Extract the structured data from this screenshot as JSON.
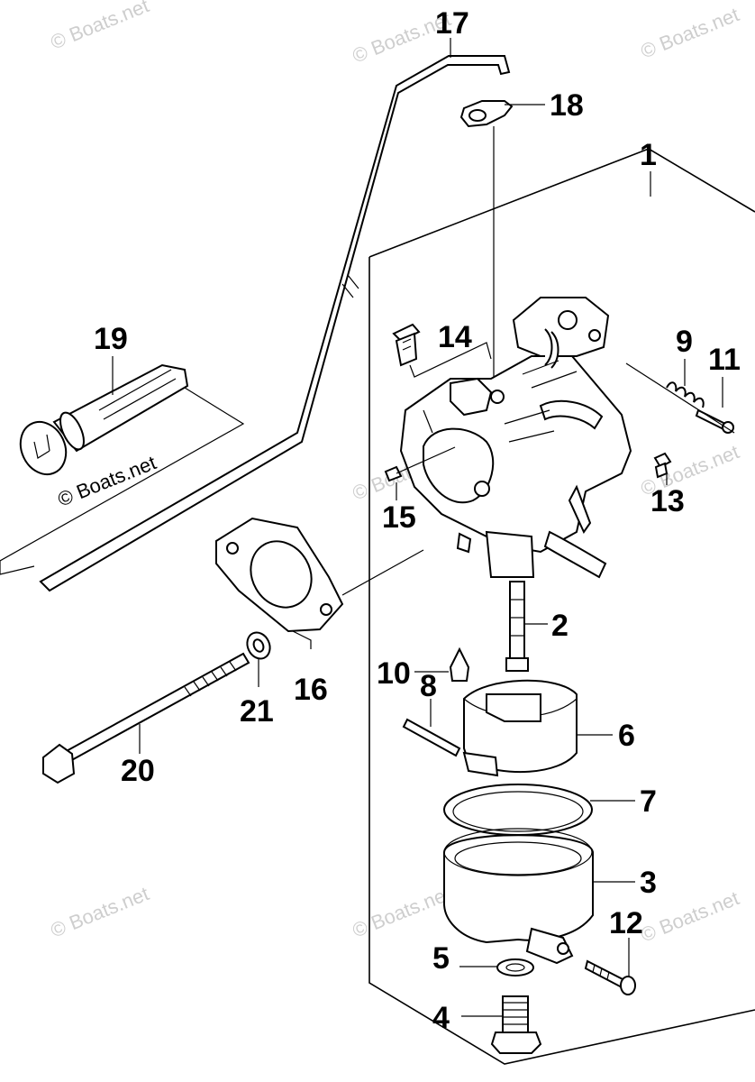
{
  "callouts": [
    "17",
    "18",
    "1",
    "19",
    "14",
    "9",
    "11",
    "13",
    "15",
    "2",
    "10",
    "8",
    "6",
    "7",
    "3",
    "12",
    "5",
    "4",
    "16",
    "21",
    "20"
  ],
  "watermark": "© Boats.net",
  "caption": "© Boats.net"
}
